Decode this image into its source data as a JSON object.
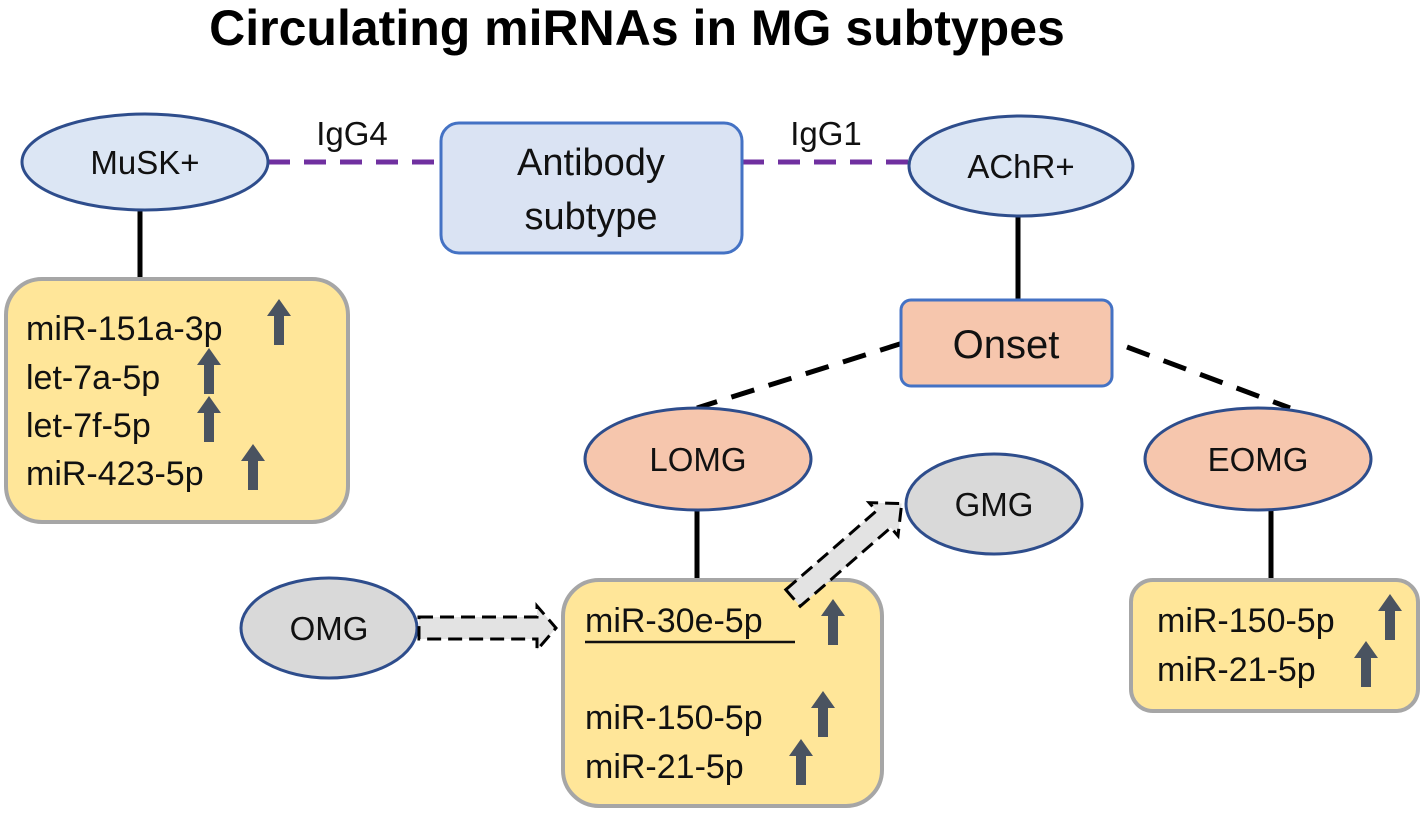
{
  "title": "Circulating miRNAs in MG subtypes",
  "colors": {
    "ellipse_blue": "#dce6f4",
    "ellipse_orange": "#f6c6ad",
    "ellipse_gray": "#d9d9d9",
    "stroke_navy": "#2e4d8c",
    "box_yellow": "#ffe699",
    "box_border_gray": "#a6a6a6",
    "antibody_box": "#dae3f3",
    "antibody_border": "#4472c4",
    "onset_box": "#f6c6ad",
    "dash_purple": "#7030a0",
    "arrow_icon": "#4a5360"
  },
  "nodes": {
    "musk": "MuSK+",
    "antibody_line1": "Antibody",
    "antibody_line2": "subtype",
    "achr": "AChR+",
    "onset": "Onset",
    "lomg": "LOMG",
    "eomg": "EOMG",
    "gmg": "GMG",
    "omg": "OMG"
  },
  "edge_labels": {
    "igg4": "IgG4",
    "igg1": "IgG1"
  },
  "mirna_lists": {
    "musk": [
      {
        "name": "miR-151a-3p",
        "trend": "up-arrow-icon"
      },
      {
        "name": "let-7a-5p",
        "trend": "up-arrow-icon"
      },
      {
        "name": "let-7f-5p",
        "trend": "up-arrow-icon"
      },
      {
        "name": "miR-423-5p",
        "trend": "up-arrow-icon"
      }
    ],
    "lomg": [
      {
        "name": "miR-30e-5p",
        "trend": "up-arrow-icon",
        "underlined": true
      },
      {
        "name": "miR-150-5p",
        "trend": "up-arrow-icon"
      },
      {
        "name": "miR-21-5p",
        "trend": "up-arrow-icon"
      }
    ],
    "eomg": [
      {
        "name": "miR-150-5p",
        "trend": "up-arrow-icon"
      },
      {
        "name": "miR-21-5p",
        "trend": "up-arrow-icon"
      }
    ]
  }
}
